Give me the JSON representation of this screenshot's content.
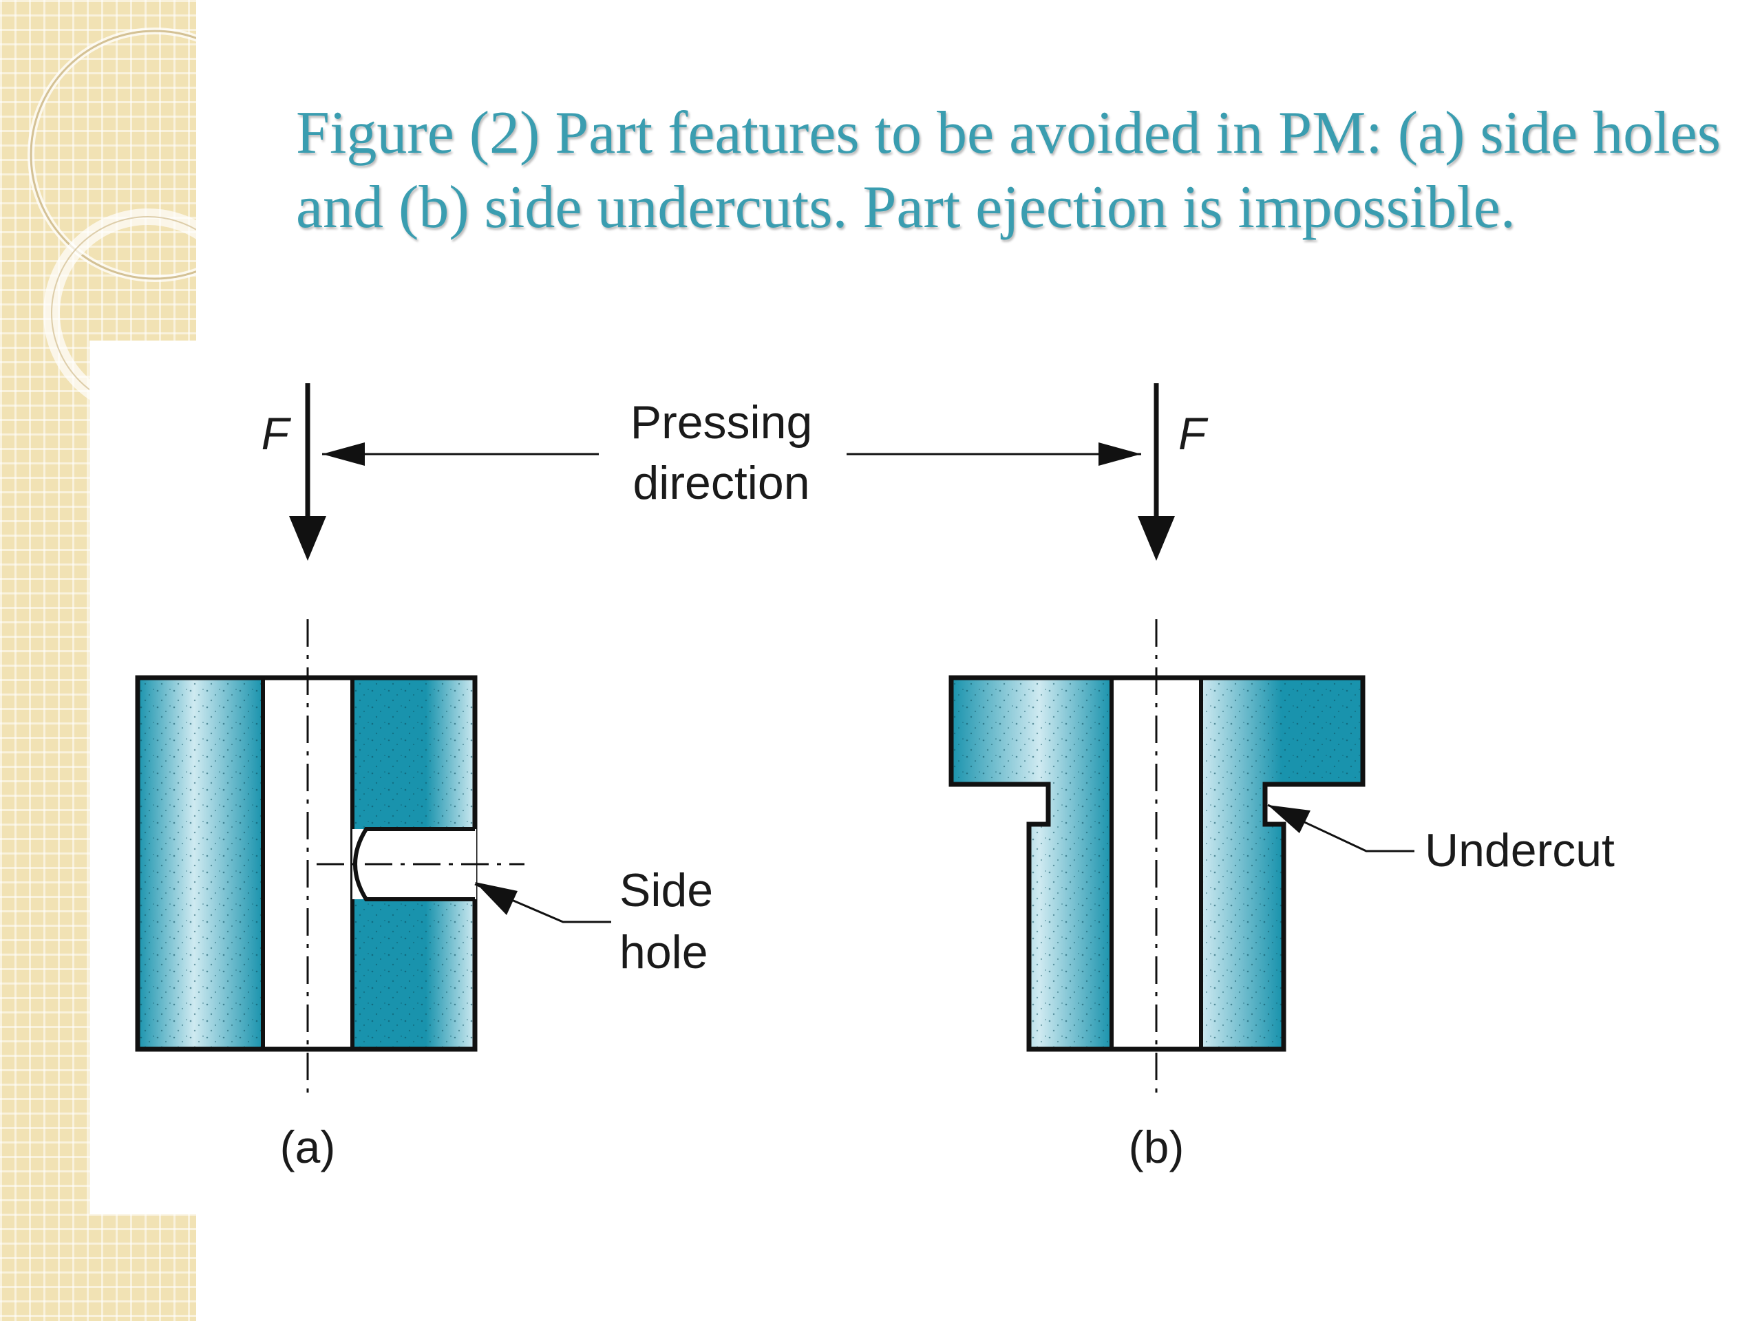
{
  "slide": {
    "title": "Figure (2) Part features to be avoided in PM: (a) side holes and (b) side undercuts. Part ejection is impossible."
  },
  "figure": {
    "pressing_label_line1": "Pressing",
    "pressing_label_line2": "direction",
    "force_label_a": "F",
    "force_label_b": "F",
    "side_hole_line1": "Side",
    "side_hole_line2": "hole",
    "undercut_label": "Undercut",
    "caption_a": "(a)",
    "caption_b": "(b)"
  },
  "colors": {
    "title": "#3a9db0",
    "part_fill": "#1993ad",
    "part_fill_light": "#cfeaf1",
    "outline": "#111111",
    "decor_strip": "#f1e2b4"
  }
}
